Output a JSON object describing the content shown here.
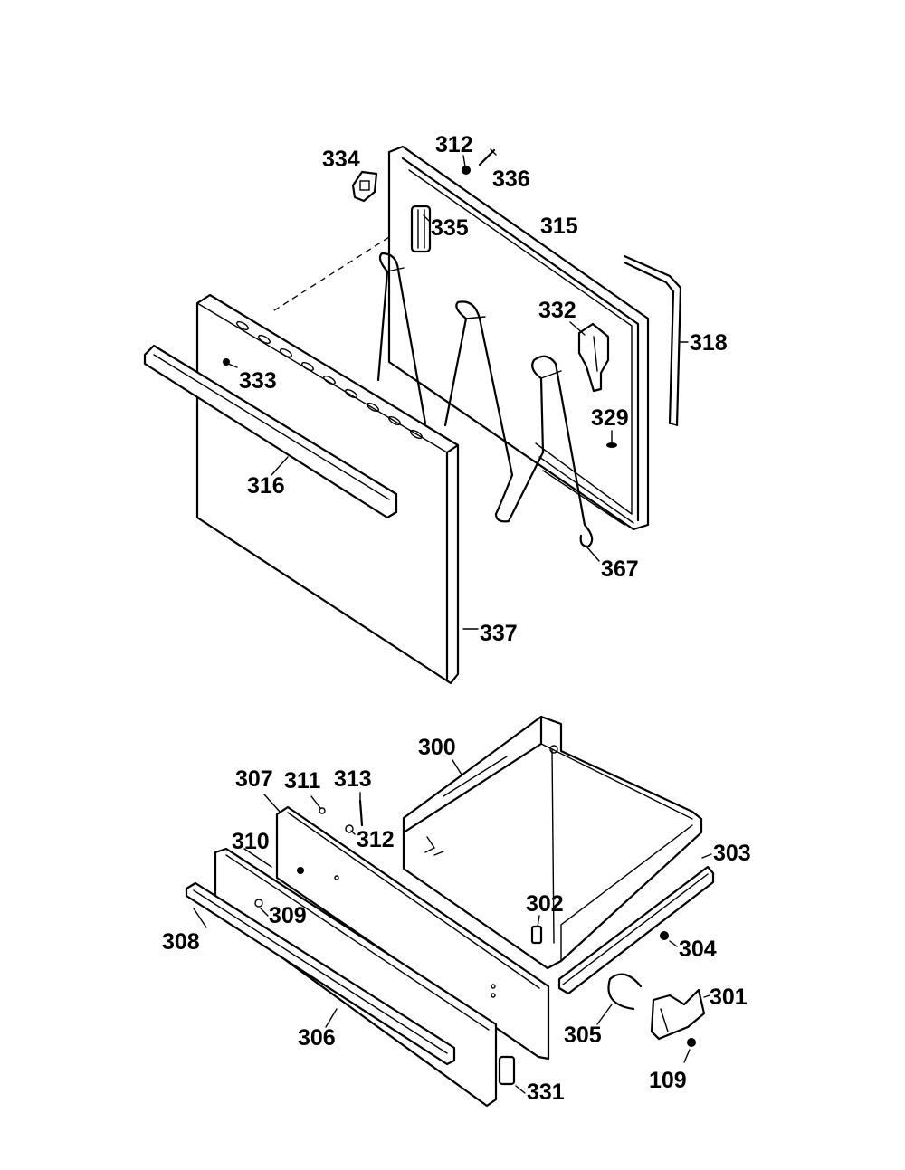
{
  "colors": {
    "ink": "#000000",
    "paper": "#ffffff"
  },
  "labels": {
    "p334": "334",
    "p312a": "312",
    "p336": "336",
    "p335": "335",
    "p315": "315",
    "p318": "318",
    "p332": "332",
    "p333": "333",
    "p329": "329",
    "p316": "316",
    "p367": "367",
    "p337": "337",
    "p300": "300",
    "p307": "307",
    "p311": "311",
    "p313": "313",
    "p312b": "312",
    "p310": "310",
    "p303": "303",
    "p309": "309",
    "p302": "302",
    "p308": "308",
    "p304": "304",
    "p301": "301",
    "p305": "305",
    "p306": "306",
    "p109": "109",
    "p331": "331"
  }
}
